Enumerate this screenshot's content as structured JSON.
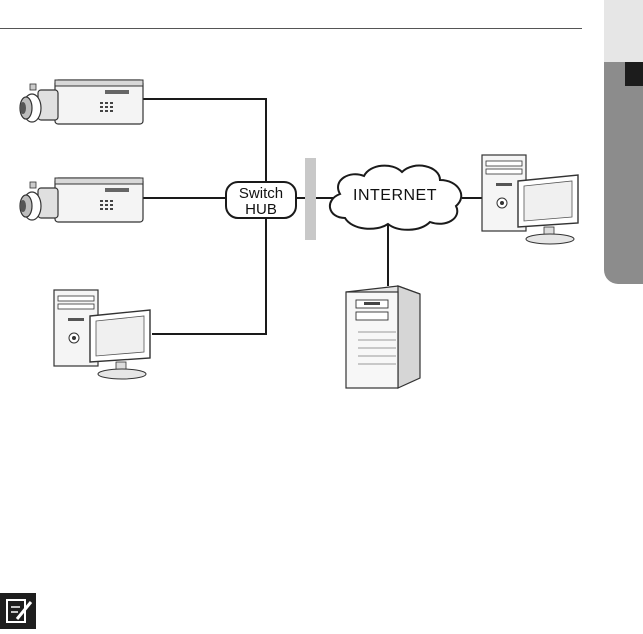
{
  "diagram": {
    "hub_label_line1": "Switch",
    "hub_label_line2": "HUB",
    "cloud_label": "INTERNET"
  },
  "icons": {
    "note": "pencil-note-icon"
  },
  "colors": {
    "line": "#1a1a1a",
    "firewall": "#c8c8c8",
    "side_tab": "#8c8c8c",
    "side_tab_dark": "#1c1c1c"
  }
}
